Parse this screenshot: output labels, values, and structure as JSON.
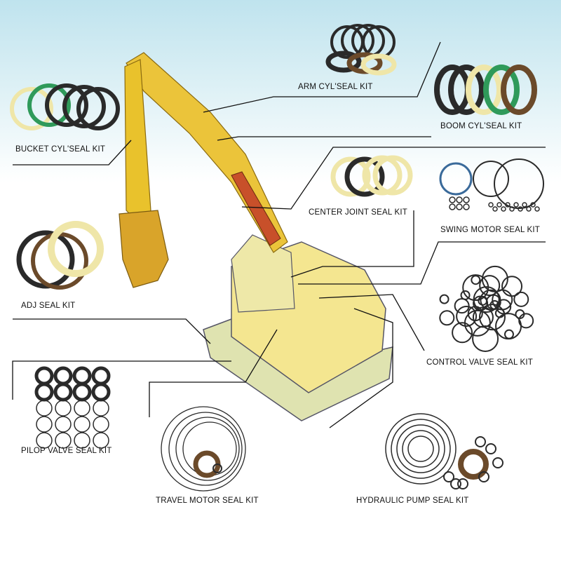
{
  "labels": {
    "arm": "ARM CYL'SEAL KIT",
    "boom": "BOOM CYL'SEAL KIT",
    "bucket": "BUCKET CYL'SEAL KIT",
    "center": "CENTER JOINT SEAL KIT",
    "swing": "SWING MOTOR SEAL KIT",
    "adj": "ADJ SEAL KIT",
    "control": "CONTROL VALVE SEAL KIT",
    "pilot": "PILOP VALVE SEAL KIT",
    "travel": "TRAVEL MOTOR SEAL KIT",
    "pump": "HYDRAULIC PUMP SEAL KIT"
  },
  "colors": {
    "machine": "#f2dc6a",
    "arm": "#e9c22c",
    "ring_dark": "#2a2a2a",
    "ring_cream": "#efe6a8",
    "ring_brown": "#6b4a2a",
    "ring_green": "#2f9a5a",
    "line": "#111111"
  }
}
